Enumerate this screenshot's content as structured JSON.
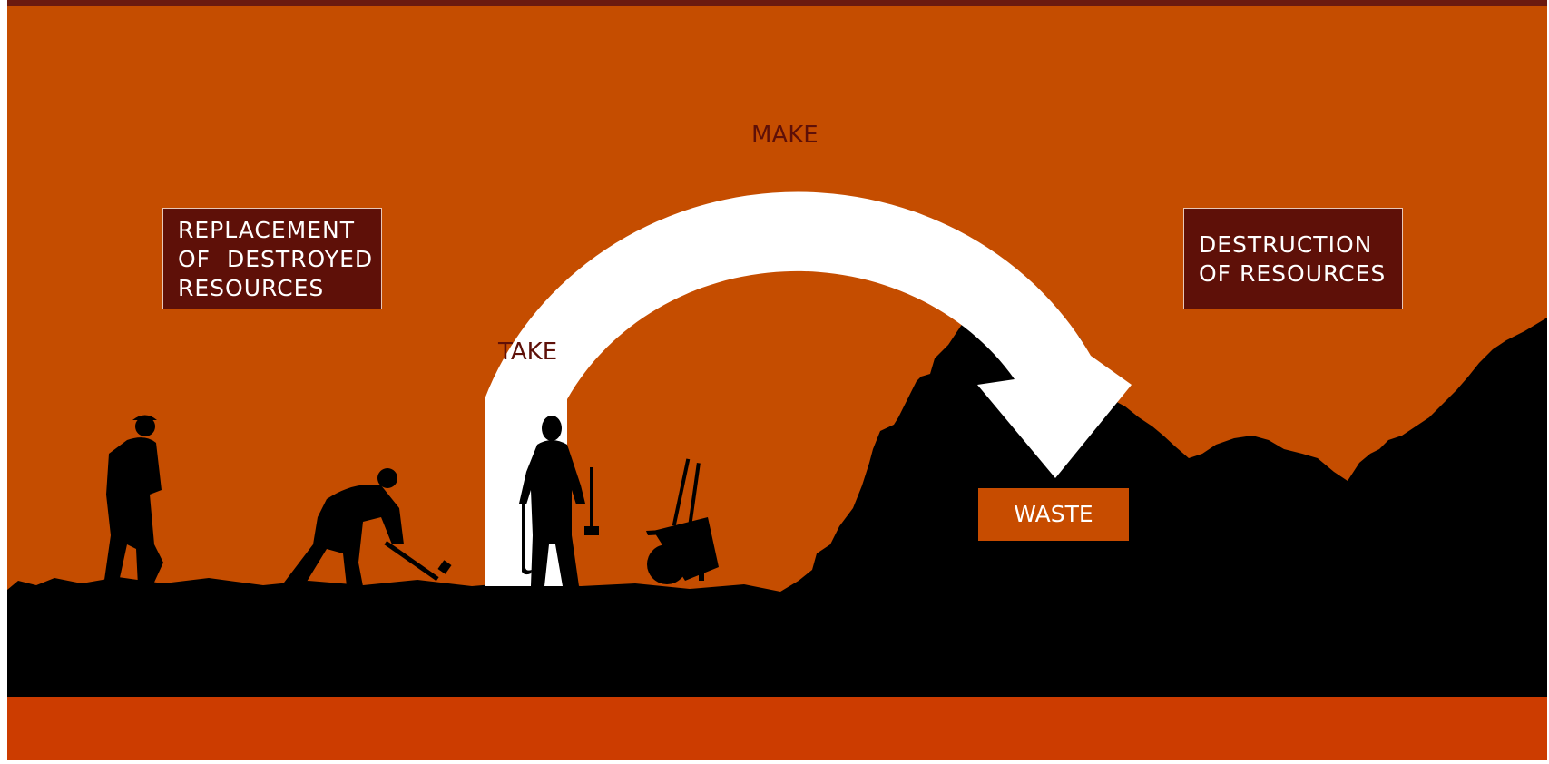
{
  "diagram": {
    "arrow_labels": {
      "make": "MAKE",
      "take": "TAKE"
    },
    "boxes": {
      "replacement": [
        "REPLACEMENT",
        "OF  DESTROYED",
        "RESOURCES"
      ],
      "destruction": [
        "DESTRUCTION",
        "OF RESOURCES"
      ],
      "waste": "WASTE"
    },
    "colors": {
      "top_bar": "#6b1a10",
      "sky": "#c54d00",
      "bottom_band": "#cc3c00",
      "ground": "#000000",
      "dark_box": "#5e1008",
      "waste_box": "#c74c00",
      "arrow": "#ffffff",
      "arrow_text": "#5e1008"
    }
  }
}
